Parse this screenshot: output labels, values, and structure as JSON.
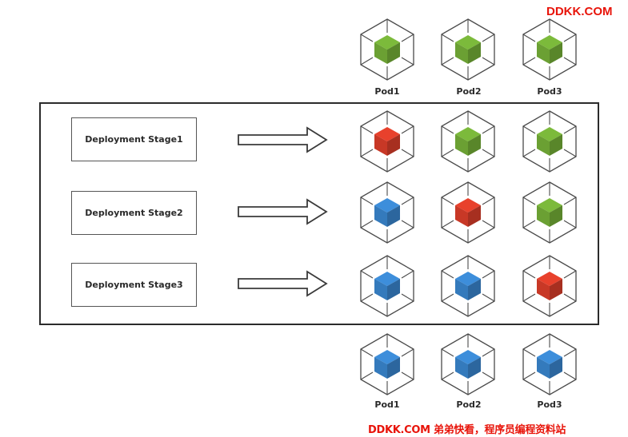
{
  "watermark": {
    "top": "DDKK.COM",
    "bottom": "DDKK.COM 弟弟快看，程序员编程资料站"
  },
  "colors": {
    "green": "#7cba3b",
    "red": "#e8412c",
    "blue": "#3d8edb",
    "watermark": "#e8140a"
  },
  "pod_labels_top": [
    "Pod1",
    "Pod2",
    "Pod3"
  ],
  "pod_labels_bottom": [
    "Pod1",
    "Pod2",
    "Pod3"
  ],
  "initial_pods": [
    "green",
    "green",
    "green"
  ],
  "stages": [
    {
      "label": "Deployment Stage1",
      "pods": [
        "red",
        "green",
        "green"
      ]
    },
    {
      "label": "Deployment Stage2",
      "pods": [
        "blue",
        "red",
        "green"
      ]
    },
    {
      "label": "Deployment Stage3",
      "pods": [
        "blue",
        "blue",
        "red"
      ]
    }
  ],
  "final_pods": [
    "blue",
    "blue",
    "blue"
  ]
}
